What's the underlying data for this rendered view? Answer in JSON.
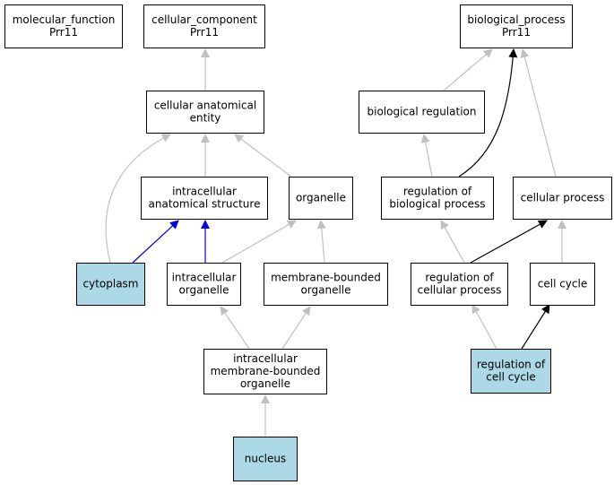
{
  "colors": {
    "node_fill_default": "#ffffff",
    "node_fill_highlight": "#add8e6",
    "edge_gray": "#c0c0c0",
    "edge_black": "#000000",
    "edge_blue": "#0000ee"
  },
  "nodes": [
    {
      "id": "mf",
      "lines": [
        "molecular_function",
        "Prr11"
      ],
      "highlight": false
    },
    {
      "id": "cc",
      "lines": [
        "cellular_component",
        "Prr11"
      ],
      "highlight": false
    },
    {
      "id": "bp",
      "lines": [
        "biological_process",
        "Prr11"
      ],
      "highlight": false
    },
    {
      "id": "cae",
      "lines": [
        "cellular anatomical",
        "entity"
      ],
      "highlight": false
    },
    {
      "id": "breg",
      "lines": [
        "biological regulation"
      ],
      "highlight": false
    },
    {
      "id": "ias",
      "lines": [
        "intracellular",
        "anatomical structure"
      ],
      "highlight": false
    },
    {
      "id": "org",
      "lines": [
        "organelle"
      ],
      "highlight": false
    },
    {
      "id": "rbp",
      "lines": [
        "regulation of",
        "biological process"
      ],
      "highlight": false
    },
    {
      "id": "cp",
      "lines": [
        "cellular process"
      ],
      "highlight": false
    },
    {
      "id": "cyto",
      "lines": [
        "cytoplasm"
      ],
      "highlight": true
    },
    {
      "id": "io",
      "lines": [
        "intracellular",
        "organelle"
      ],
      "highlight": false
    },
    {
      "id": "mbo",
      "lines": [
        "membrane-bounded",
        "organelle"
      ],
      "highlight": false
    },
    {
      "id": "rcp",
      "lines": [
        "regulation of",
        "cellular process"
      ],
      "highlight": false
    },
    {
      "id": "cyc",
      "lines": [
        "cell cycle"
      ],
      "highlight": false
    },
    {
      "id": "imbo",
      "lines": [
        "intracellular",
        "membrane-bounded",
        "organelle"
      ],
      "highlight": false
    },
    {
      "id": "rcc",
      "lines": [
        "regulation of",
        "cell cycle"
      ],
      "highlight": true
    },
    {
      "id": "nuc",
      "lines": [
        "nucleus"
      ],
      "highlight": true
    }
  ],
  "edges": [
    {
      "from": "cae",
      "to": "cc",
      "color": "gray"
    },
    {
      "from": "breg",
      "to": "bp",
      "color": "gray"
    },
    {
      "from": "rbp",
      "to": "bp",
      "color": "black"
    },
    {
      "from": "cp",
      "to": "bp",
      "color": "gray"
    },
    {
      "from": "cyto",
      "to": "cae",
      "color": "gray"
    },
    {
      "from": "ias",
      "to": "cae",
      "color": "gray"
    },
    {
      "from": "org",
      "to": "cae",
      "color": "gray"
    },
    {
      "from": "rbp",
      "to": "breg",
      "color": "gray"
    },
    {
      "from": "cyto",
      "to": "ias",
      "color": "blue"
    },
    {
      "from": "io",
      "to": "ias",
      "color": "blue"
    },
    {
      "from": "io",
      "to": "org",
      "color": "gray"
    },
    {
      "from": "mbo",
      "to": "org",
      "color": "gray"
    },
    {
      "from": "rcp",
      "to": "rbp",
      "color": "gray"
    },
    {
      "from": "rcp",
      "to": "cp",
      "color": "black"
    },
    {
      "from": "cyc",
      "to": "cp",
      "color": "gray"
    },
    {
      "from": "imbo",
      "to": "io",
      "color": "gray"
    },
    {
      "from": "imbo",
      "to": "mbo",
      "color": "gray"
    },
    {
      "from": "rcc",
      "to": "rcp",
      "color": "gray"
    },
    {
      "from": "rcc",
      "to": "cyc",
      "color": "black"
    },
    {
      "from": "nuc",
      "to": "imbo",
      "color": "gray"
    }
  ]
}
